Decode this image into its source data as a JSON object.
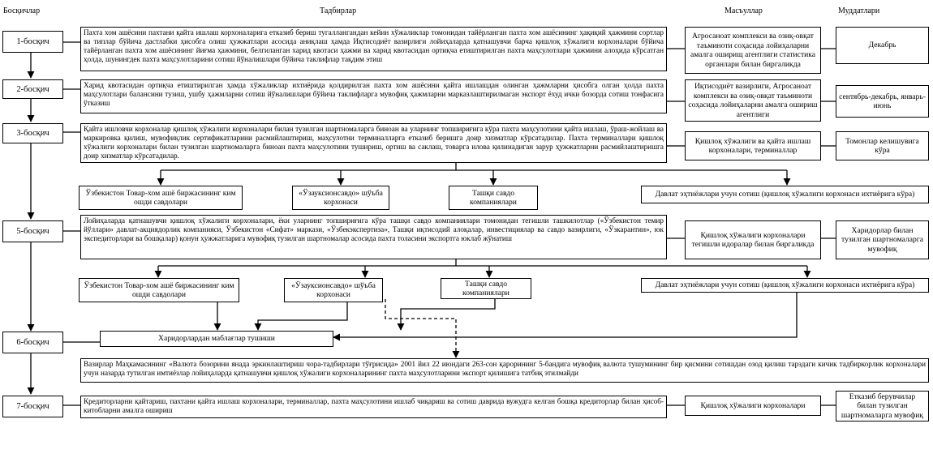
{
  "headers": {
    "stages": "Босқичлар",
    "measures": "Тадбирлар",
    "responsible": "Масъуллар",
    "deadlines": "Муддатлари"
  },
  "stage1": {
    "label": "1-босқич",
    "text": "Пахта хом ашёсини пахтани қайта ишлаш корхоналарига етказиб бериш тугаллангандан кейин хўжаликлар томонидан тайёрланган пахта хом ашёсининг ҳақиқий ҳажмини сортлар ва типлар бўйича дастлабки ҳисобга олиш ҳужжатлари асосида аниқлаш ҳамда Иқтисодиёт вазирлиги лойиҳаларда қатнашувчи барча қишлоқ хўжалиги корхоналари бўйича тайёрланган пахта хом ашёсининг йиғма ҳажмини, белгиланган харид квотаси ҳажми ва харид квотасидан ортиқча етиштирилган пахта маҳсулотлари ҳажмини алоҳида кўрсатган ҳолда, шунингдек пахта маҳсулотларини сотиш йўналишлари бўйича таклифлар тақдим этиш",
    "responsible": "Агросаноат комплекси ва озиқ-овқат таъминоти соҳасида лойиҳаларни амалга оширищ агентлиги статистика органлари билан биргаликда",
    "deadline": "Декабрь"
  },
  "stage2": {
    "label": "2-босқич",
    "text": "Харид квотасидан ортиқча етиштирилган ҳамда хўжаликлар ихтиёрида қолдирилган пахта хом ашёсини қайта ишлашдан олинган ҳажмларни ҳисобга олган ҳолда пахта маҳсулотлари балансини тузиш, ушбу ҳажмларни сотиш йўналишлари бўйича таклифларга мувофиқ ҳажмларни марказлаштирилмаган экспорт ёхуд ички бозорда сотиш тонфасига ўтказиш",
    "responsible": "Иқтисодиёт вазирлиги, Агросаноат комплекси ва озиқ-овқат таъминоти соҳасида лойиҳаларни амалга ошириш агентлиги",
    "deadline": "сентябрь-декабрь, январь-июнь"
  },
  "stage3": {
    "label": "3-босқич",
    "text": "Қайта ишловчи корхоналар қишлоқ хўжалиги корхоналари билан тузилган шартномаларга биноан ва уларнинг топшириғига кўра пахта маҳсулотини қайта ишлаш, ўраш-жойлаш ва маркировка қилиш, мувофиқлик сертификатларини расмийлаштириш, маҳсулотни терминалларга етказиб беришга доир хизматлар кўрсатадилар. Пахта терминаллари қишлоқ хўжалиги корхоналари билан тузилган шартномаларга биноан пахта маҳсулотини тушириш, ортиш ва саклаш, товарга илова қилинадиган зарур ҳужжатларни расмийлаштиришга доир хизматлар кўрсатадилар.",
    "responsible": "Қишлоқ хўжалиги ва қайта ишлаш корхоналари, терминаллар",
    "deadline": "Томонлар келишувига кўра"
  },
  "channels": {
    "exchange": "Ўзбекистон Товар-хом ашё биржасининг ким ошди савдолари",
    "uzauksion": "«Ўзауксионсавдо» шўъба корхонаси",
    "foreign_trade": "Ташқи савдо компаниялари",
    "domestic": "Давлат эҳтиёжлари учун сотиш (қишлоқ хўжалиги корхонаси ихтиёрига кўра)"
  },
  "stage5": {
    "label": "5-босқич",
    "text": "Лойиҳаларда қатнашувчи қишлоқ хўжалиги корхоналари, ёки уларнинг топшириғига кўра ташқи савдо компаниялари томонидан тегишли ташкилотлар («Ўзбекистон темир йўллари» давлат-акциядорлик компанияси, Ўзбекистон «Сифат» маркази, «Ўзбекэкспертиза», Ташқи иқтисодий алоқалар, инвестициялар ва савдо вазирлиги, «Ўзкарантин», юк экспедиторлари ва бошқалар) қонун ҳужжатларига мувофиқ тузилган шартномалар асосида пахта толасини экспортга юклаб жўнатиш",
    "responsible": "Қишлоқ хўжалиги корхоналари тегишли идоралар билан биргаликда",
    "deadline": "Харидорлар билан тузилган шартномаларга мувофиқ"
  },
  "channels2": {
    "exchange": "Ўзбекистон Товар-хом ашё биржасининг ким ошди савдолари",
    "uzauksion": "«Ўзауксионсавдо» шўъба корхонаси",
    "foreign_trade": "Ташқи савдо компаниялари",
    "domestic": "Давлат эҳтиёжлари учун сотиш (қишлоқ хўжалиги корхонаси ихтиёрига кўра)"
  },
  "stage6": {
    "label": "6-босқич",
    "payments": "Харидорлардан маблағлар тушиши",
    "decree": "Вазирлар Маҳкамасининг «Валюта бозорини янада эркинлаштириш чора-тадбирлари тўғрисида» 2001 йил 22 июндаги 263-сон қарорининг 5-бандига мувофиқ валюта тушумининг бир қисмини сотишдан озод қилиш тарздаги кичик тадбиркорлик корхоналари учун назарда тутилган имтиёзлар лойиҳаларда қатнашувчи қишлоқ хўжалиги корхоналарининг пахта маҳсулотларини экспорт қилишига татбиқ этилмайди"
  },
  "stage7": {
    "label": "7-босқич",
    "text": "Кредиторларни қайтариш, пахтани қайта ишлаш корхоналари, терминаллар, пахта маҳсулотини ишлаб чиқариш ва сотиш даврида вужудга келган бошқа кредиторлар билан ҳисоб-китобларни амалга ошириш",
    "responsible": "Қишлоқ хўжалиги корхоналари",
    "deadline": "Етказиб берувчилар билан тузилган шартномаларга мувофиқ"
  }
}
